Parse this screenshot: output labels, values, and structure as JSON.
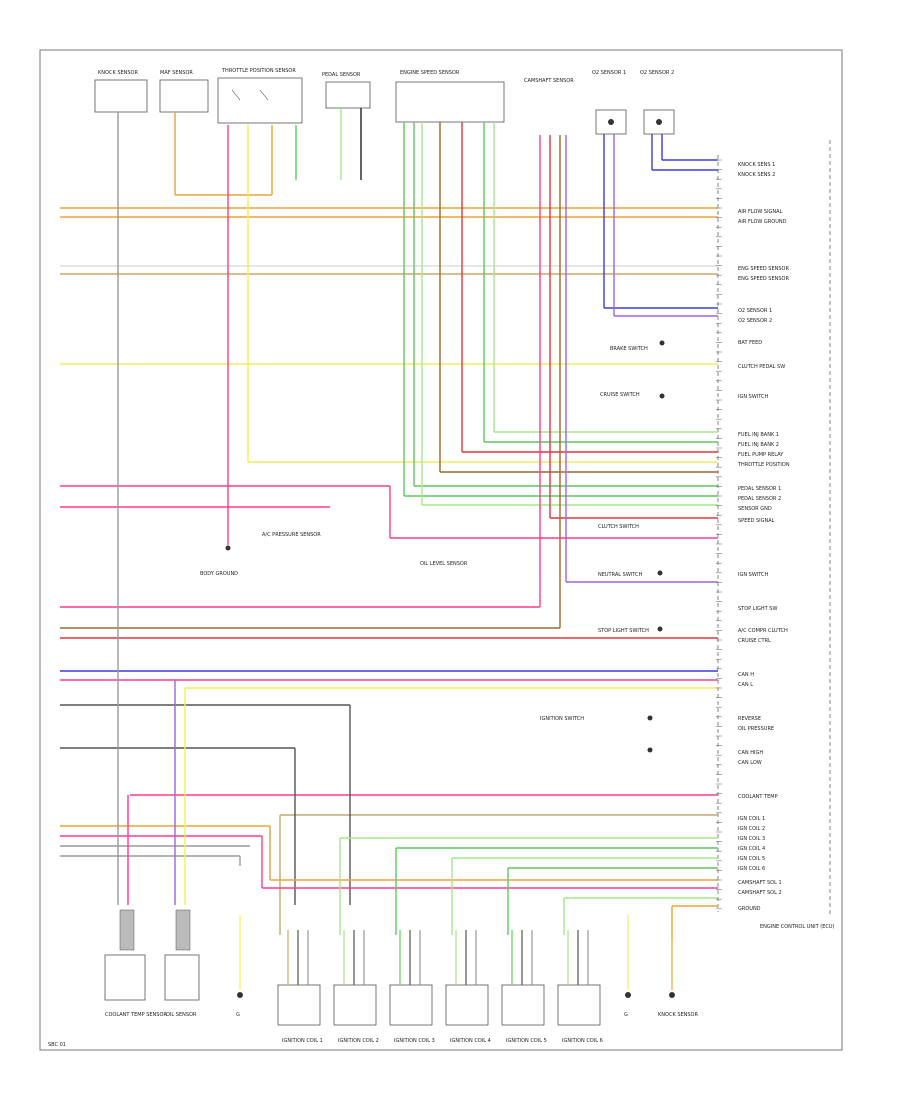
{
  "page": {
    "id_text": "SBC 01"
  },
  "colors": {
    "orange": "#e8a33c",
    "tan": "#c9a86a",
    "brown": "#a06a2c",
    "yellow": "#f2ee5a",
    "green": "#5cc95c",
    "ltgreen": "#a6e68a",
    "pink": "#ff3c8c",
    "red": "#e8323c",
    "blue": "#3c3cdc",
    "violet": "#a064e6",
    "gray": "#9a9a9a",
    "dkgray": "#555555",
    "black": "#222222",
    "white": "#dddddd"
  },
  "top_components": [
    {
      "id": "c1",
      "label": "KNOCK SENSOR"
    },
    {
      "id": "c2",
      "label": "MAF SENSOR"
    },
    {
      "id": "c3",
      "label": "THROTTLE POSITION SENSOR"
    },
    {
      "id": "c4",
      "label": "PEDAL SENSOR"
    },
    {
      "id": "c5",
      "label": "ENGINE SPEED SENSOR"
    },
    {
      "id": "c6",
      "label": "CAMSHAFT SENSOR"
    },
    {
      "id": "c7",
      "label": "O2 SENSOR 1"
    },
    {
      "id": "c8",
      "label": "O2 SENSOR 2"
    }
  ],
  "pcm": {
    "label": "ENGINE CONTROL UNIT (ECU)"
  },
  "right_labels": [
    "KNOCK SENS 1",
    "KNOCK SENS 2",
    "AIR FLOW SIGNAL",
    "AIR FLOW GROUND",
    "ENG SPEED SENSOR",
    "ENG SPEED SENSOR",
    "O2 SENSOR 1",
    "O2 SENSOR 2",
    "BAT FEED",
    "CLUTCH PEDAL SW",
    "IGN SWITCH",
    "FUEL INJ BANK 1",
    "FUEL INJ BANK 2",
    "FUEL PUMP RELAY",
    "THROTTLE POSITION",
    "PEDAL SENSOR 1",
    "PEDAL SENSOR 2",
    "SENSOR GND",
    "SPEED SIGNAL",
    "IGN SWITCH",
    "STOP LIGHT SW",
    "A/C COMPR CLUTCH",
    "CRUISE CTRL",
    "CAN H",
    "CAN L",
    "REVERSE",
    "OIL PRESSURE",
    "CAN HIGH",
    "CAN LOW",
    "COOLANT TEMP",
    "IGN COIL 1",
    "IGN COIL 2",
    "IGN COIL 3",
    "IGN COIL 4",
    "IGN COIL 5",
    "IGN COIL 6",
    "CAMSHAFT SOL 1",
    "CAMSHAFT SOL 2",
    "GROUND"
  ],
  "mid_labels": [
    {
      "id": "m1",
      "text": "BODY GROUND"
    },
    {
      "id": "m2",
      "text": "A/C PRESSURE SENSOR"
    },
    {
      "id": "m3",
      "text": "OIL LEVEL SENSOR"
    },
    {
      "id": "m4",
      "text": "BRAKE SWITCH"
    },
    {
      "id": "m5",
      "text": "CRUISE SWITCH"
    },
    {
      "id": "m6",
      "text": "CLUTCH SWITCH"
    },
    {
      "id": "m7",
      "text": "NEUTRAL SWITCH"
    },
    {
      "id": "m8",
      "text": "STOP LIGHT SWITCH"
    },
    {
      "id": "m9",
      "text": "IGNITION SWITCH"
    }
  ],
  "bottom_components": [
    {
      "id": "b1",
      "label": "COOLANT TEMP SENSOR"
    },
    {
      "id": "b2",
      "label": "OIL SENSOR"
    },
    {
      "id": "b3",
      "label": "G"
    },
    {
      "id": "b4",
      "label": "IGNITION COIL 1"
    },
    {
      "id": "b5",
      "label": "IGNITION COIL 2"
    },
    {
      "id": "b6",
      "label": "IGNITION COIL 3"
    },
    {
      "id": "b7",
      "label": "IGNITION COIL 4"
    },
    {
      "id": "b8",
      "label": "IGNITION COIL 5"
    },
    {
      "id": "b9",
      "label": "IGNITION COIL 6"
    },
    {
      "id": "b10",
      "label": "G"
    },
    {
      "id": "b11",
      "label": "KNOCK SENSOR"
    }
  ]
}
